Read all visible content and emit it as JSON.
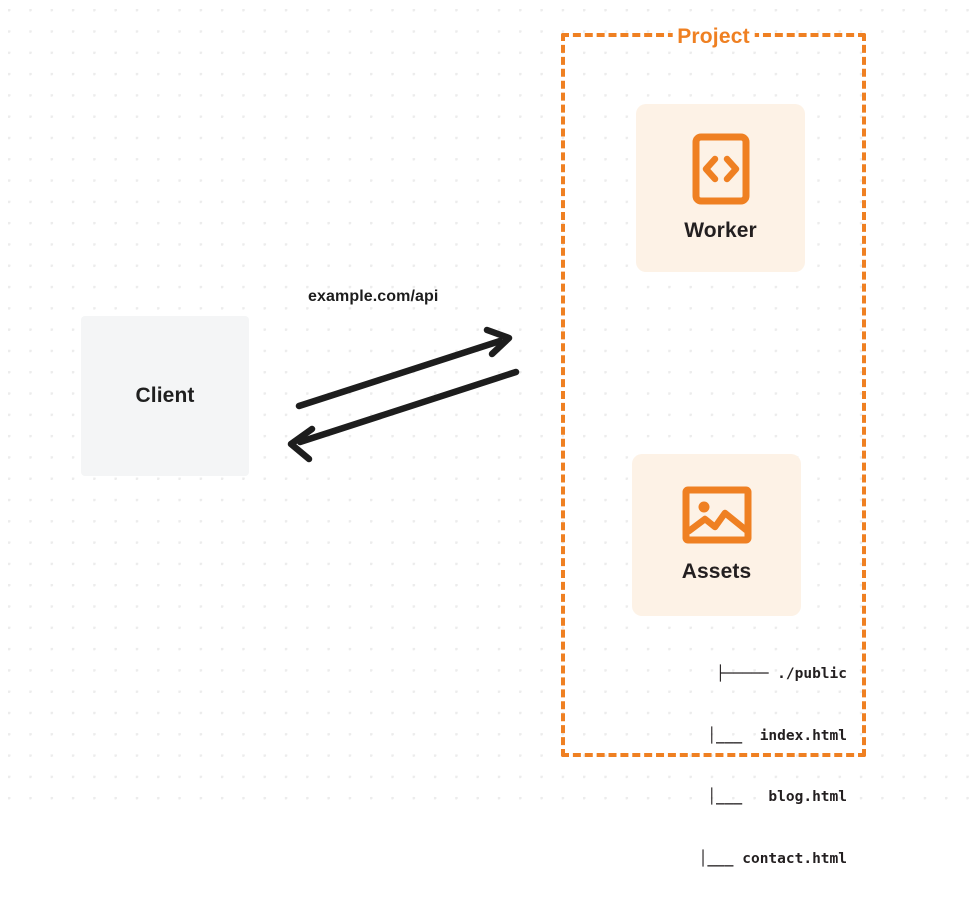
{
  "diagram": {
    "title": "Client to Project request flow",
    "colors": {
      "accent_orange": "#ef8022",
      "card_background": "#fdf2e6",
      "client_background": "#f4f5f6",
      "text_dark": "#231f20",
      "grid_dot": "#ececec"
    }
  },
  "client": {
    "label": "Client"
  },
  "connection": {
    "label": "example.com/api",
    "request_arrow": "arrow-right-up",
    "response_arrow": "arrow-left-down"
  },
  "project": {
    "title": "Project",
    "cards": [
      {
        "id": "worker",
        "label": "Worker",
        "icon": "code-brackets-icon"
      },
      {
        "id": "assets",
        "label": "Assets",
        "icon": "image-picture-icon"
      }
    ],
    "file_tree": [
      {
        "branch": "├────",
        "name": "./public"
      },
      {
        "branch": "│___",
        "name": "index.html"
      },
      {
        "branch": "│___",
        "name": "blog.html"
      },
      {
        "branch": "│___",
        "name": "contact.html"
      }
    ],
    "file_tree_lines": [
      "├───── ./public",
      "  │___  index.html",
      "  │___   blog.html",
      "  │___ contact.html"
    ]
  }
}
